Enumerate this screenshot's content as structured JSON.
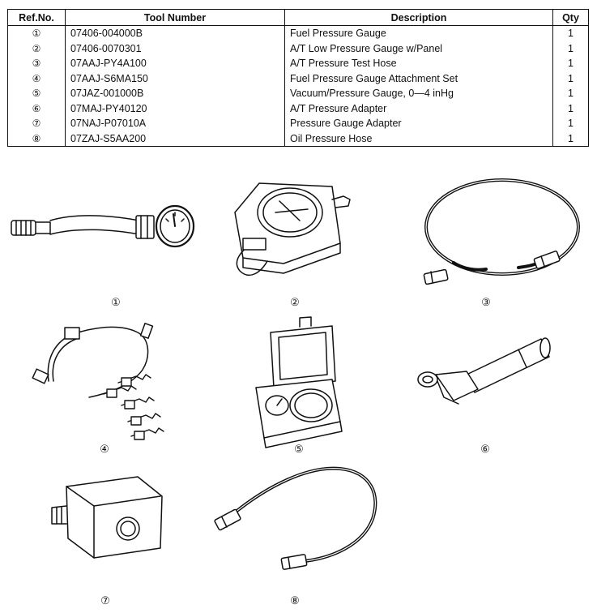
{
  "table": {
    "headers": [
      "Ref.No.",
      "Tool Number",
      "Description",
      "Qty"
    ],
    "rows": [
      {
        "ref": "①",
        "tool": "07406-004000B",
        "desc": "Fuel Pressure Gauge",
        "qty": "1"
      },
      {
        "ref": "②",
        "tool": "07406-0070301",
        "desc": "A/T Low Pressure Gauge w/Panel",
        "qty": "1"
      },
      {
        "ref": "③",
        "tool": "07AAJ-PY4A100",
        "desc": "A/T Pressure Test Hose",
        "qty": "1"
      },
      {
        "ref": "④",
        "tool": "07AAJ-S6MA150",
        "desc": "Fuel Pressure Gauge Attachment Set",
        "qty": "1"
      },
      {
        "ref": "⑤",
        "tool": "07JAZ-001000B",
        "desc": "Vacuum/Pressure Gauge, 0—4 inHg",
        "qty": "1"
      },
      {
        "ref": "⑥",
        "tool": "07MAJ-PY40120",
        "desc": "A/T Pressure Adapter",
        "qty": "1"
      },
      {
        "ref": "⑦",
        "tool": "07NAJ-P07010A",
        "desc": "Pressure Gauge Adapter",
        "qty": "1"
      },
      {
        "ref": "⑧",
        "tool": "07ZAJ-S5AA200",
        "desc": "Oil Pressure Hose",
        "qty": "1"
      }
    ]
  },
  "figure_labels": [
    "①",
    "②",
    "③",
    "④",
    "⑤",
    "⑥",
    "⑦",
    "⑧"
  ]
}
